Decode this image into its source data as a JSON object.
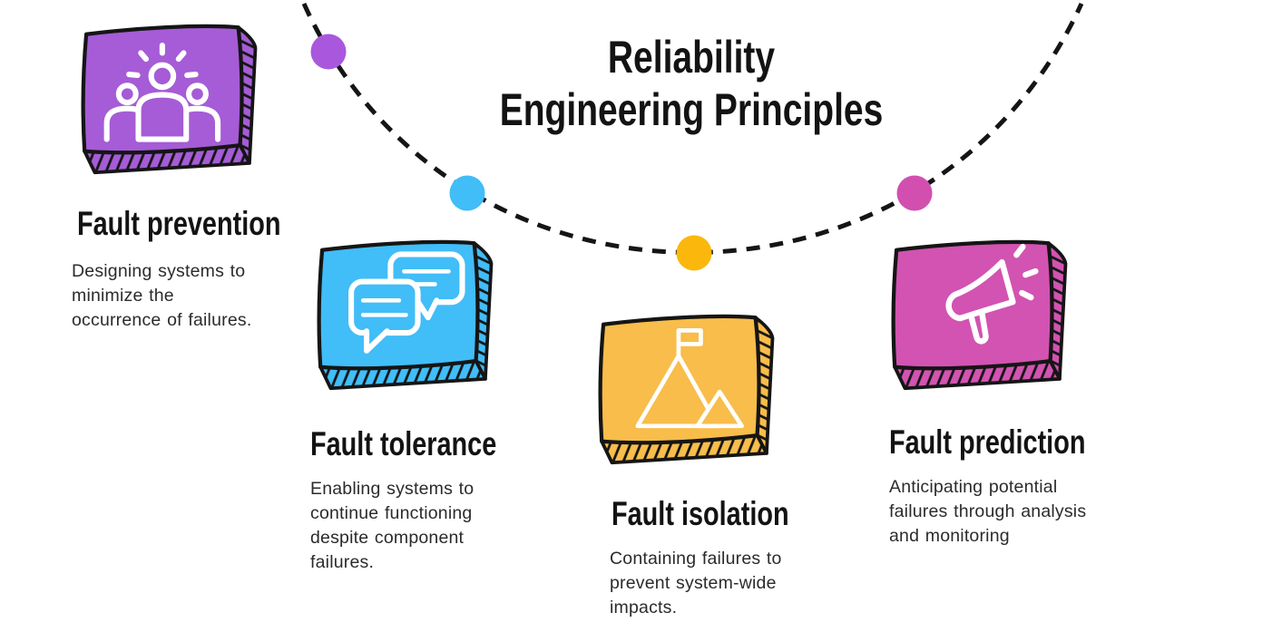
{
  "title": {
    "line1": "Reliability",
    "line2": "Engineering Principles"
  },
  "colors": {
    "background": "#ffffff",
    "outline": "#151515",
    "arc": "#151515",
    "icon_stroke": "#ffffff",
    "heading_text": "#131313",
    "body_text": "#2b2b2b"
  },
  "principles": [
    {
      "id": "fault-prevention",
      "label": "Fault prevention",
      "description": "Designing systems to minimize the occurrence of failures.",
      "color": "#a55cd6",
      "dot_color": "#a958dd",
      "icon": "team-icon"
    },
    {
      "id": "fault-tolerance",
      "label": "Fault tolerance",
      "description": "Enabling systems to continue functioning despite component failures.",
      "color": "#41bdf8",
      "dot_color": "#41bdf8",
      "icon": "chat-bubbles-icon"
    },
    {
      "id": "fault-isolation",
      "label": "Fault isolation",
      "description": "Containing failures to prevent system-wide impacts.",
      "color": "#f8bd4a",
      "dot_color": "#fcb70d",
      "icon": "mountain-flag-icon"
    },
    {
      "id": "fault-prediction",
      "label": "Fault prediction",
      "description": "Anticipating potential failures through analysis and monitoring",
      "color": "#d253b1",
      "dot_color": "#d24fb0",
      "icon": "megaphone-icon"
    }
  ]
}
